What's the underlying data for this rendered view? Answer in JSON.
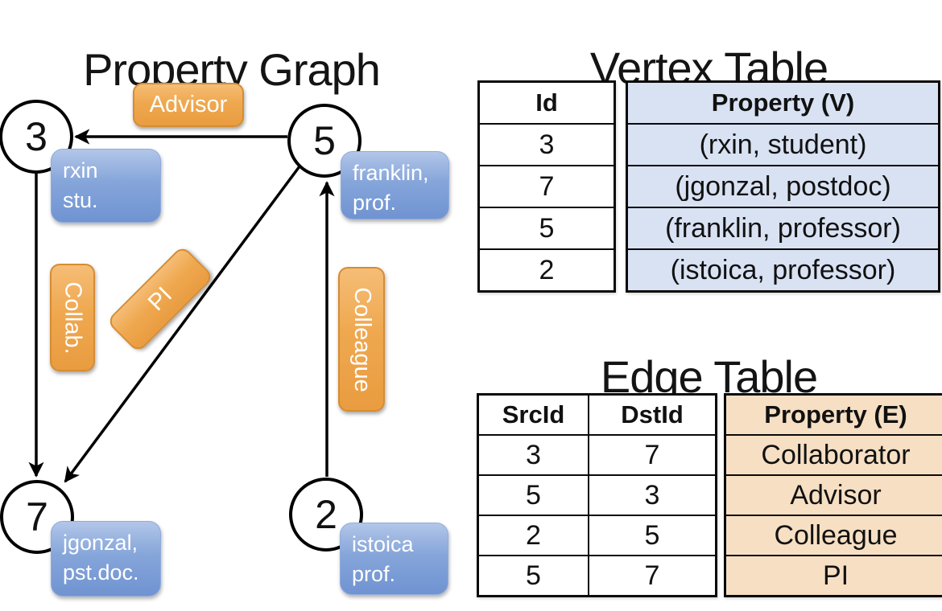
{
  "graph": {
    "title": "Property Graph",
    "nodes": [
      {
        "id": "3",
        "lines": [
          "rxin",
          "stu."
        ]
      },
      {
        "id": "5",
        "lines": [
          "franklin,",
          "prof."
        ]
      },
      {
        "id": "7",
        "lines": [
          "jgonzal,",
          "pst.doc."
        ]
      },
      {
        "id": "2",
        "lines": [
          "istoica",
          "prof."
        ]
      }
    ],
    "edges": [
      {
        "src": "5",
        "dst": "3",
        "label": "Advisor"
      },
      {
        "src": "3",
        "dst": "7",
        "label": "Collab."
      },
      {
        "src": "5",
        "dst": "7",
        "label": "PI"
      },
      {
        "src": "2",
        "dst": "5",
        "label": "Colleague"
      }
    ]
  },
  "vertex_table": {
    "title": "Vertex Table",
    "columns": [
      "Id",
      "Property (V)"
    ],
    "rows": [
      [
        "3",
        "(rxin, student)"
      ],
      [
        "7",
        "(jgonzal, postdoc)"
      ],
      [
        "5",
        "(franklin, professor)"
      ],
      [
        "2",
        "(istoica, professor)"
      ]
    ]
  },
  "edge_table": {
    "title": "Edge Table",
    "columns": [
      "SrcId",
      "DstId",
      "Property (E)"
    ],
    "rows": [
      [
        "3",
        "7",
        "Collaborator"
      ],
      [
        "5",
        "3",
        "Advisor"
      ],
      [
        "2",
        "5",
        "Colleague"
      ],
      [
        "5",
        "7",
        "PI"
      ]
    ]
  },
  "colors": {
    "edge_label_fill": "#EDA74F",
    "vertex_property_fill": "#7E9FD8",
    "vertex_table_fill": "#D9E2F3",
    "edge_table_fill": "#F6DFC3",
    "line_color": "#000000"
  }
}
